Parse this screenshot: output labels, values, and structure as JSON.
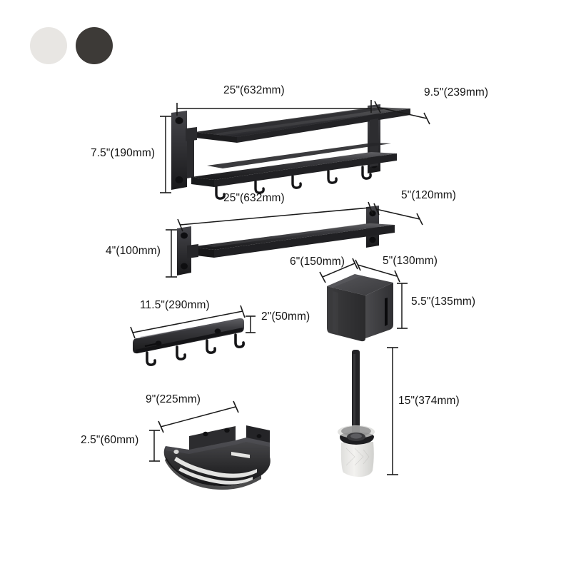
{
  "page": {
    "title": "Bathroom Hardware Set Dimension Diagram",
    "background_color": "#ffffff"
  },
  "color_options": [
    {
      "name": "white-swatch",
      "label": "White",
      "hex": "#e8e6e3"
    },
    {
      "name": "black-swatch",
      "label": "Matte Black",
      "hex": "#3d3a37"
    }
  ],
  "products": [
    {
      "id": "towel-rack-shelf",
      "label": "Towel Rack with Shelf and Hooks",
      "hook_count": 5,
      "dimensions": {
        "width": "25\"(632mm)",
        "depth": "9.5\"(239mm)",
        "height": "7.5\"(190mm)"
      }
    },
    {
      "id": "towel-bar",
      "label": "Single Towel Bar",
      "dimensions": {
        "width": "25\"(632mm)",
        "depth": "5\"(120mm)",
        "height": "4\"(100mm)"
      }
    },
    {
      "id": "hook-rail",
      "label": "Wall Hook Rail",
      "hook_count": 4,
      "dimensions": {
        "width": "11.5\"(290mm)",
        "depth": "2\"(50mm)"
      }
    },
    {
      "id": "tissue-box",
      "label": "Tissue Box Holder",
      "dimensions": {
        "width": "6\"(150mm)",
        "depth": "5\"(130mm)",
        "height": "5.5\"(135mm)"
      }
    },
    {
      "id": "corner-basket",
      "label": "Corner Shower Basket",
      "dimensions": {
        "width": "9\"(225mm)",
        "height": "2.5\"(60mm)"
      }
    },
    {
      "id": "toilet-brush",
      "label": "Toilet Brush with Holder",
      "dimensions": {
        "height": "15\"(374mm)"
      }
    }
  ],
  "labels": {
    "rack_width": "25\"(632mm)",
    "rack_depth": "9.5\"(239mm)",
    "rack_height": "7.5\"(190mm)",
    "bar_width": "25\"(632mm)",
    "bar_depth": "5\"(120mm)",
    "bar_height": "4\"(100mm)",
    "hook_width": "11.5\"(290mm)",
    "hook_depth": "2\"(50mm)",
    "tissue_width": "6\"(150mm)",
    "tissue_depth": "5\"(130mm)",
    "tissue_height": "5.5\"(135mm)",
    "basket_width": "9\"(225mm)",
    "basket_height": "2.5\"(60mm)",
    "brush_height": "15\"(374mm)"
  }
}
